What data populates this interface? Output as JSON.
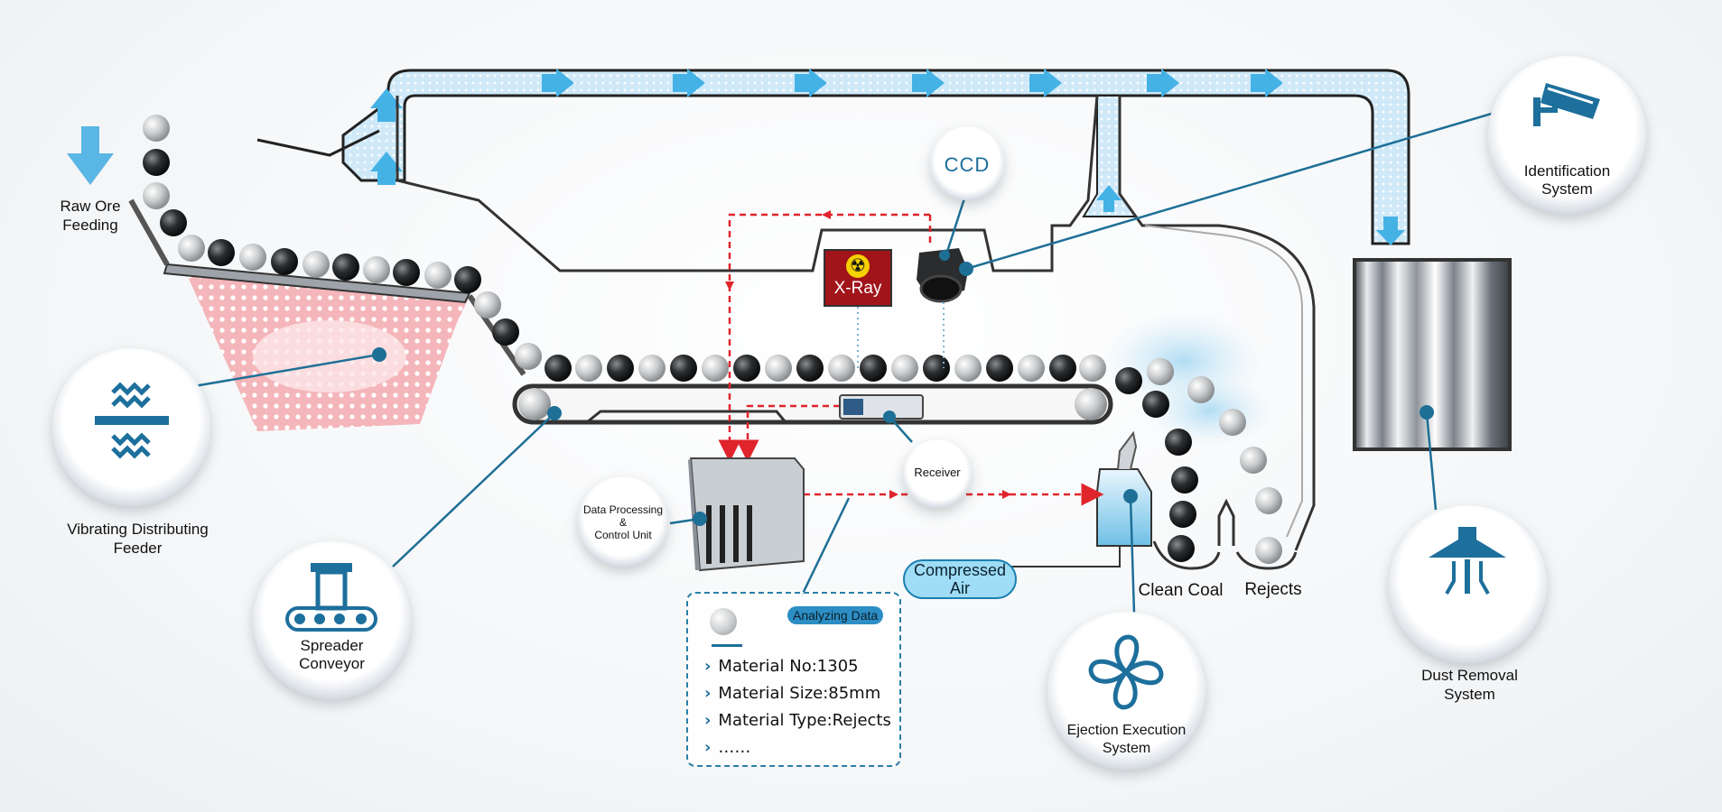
{
  "labels": {
    "raw_ore": "Raw Ore\nFeeding",
    "ccd": "CCD",
    "xray": "X-Ray",
    "identification": "Identification\nSystem",
    "vibrating": "Vibrating Distributing\nFeeder",
    "spreader": "Spreader\nConveyor",
    "data_processing": "Data Processing\n&\nControl Unit",
    "receiver": "Receiver",
    "compressed_air": "Compressed\nAir",
    "clean_coal": "Clean Coal",
    "rejects": "Rejects",
    "ejection": "Ejection Execution\nSystem",
    "dust_removal": "Dust Removal\nSystem"
  },
  "analysis": {
    "tag": "Analyzing Data",
    "rows": [
      "Material No:1305",
      "Material Size:85mm",
      "Material Type:Rejects",
      "……"
    ]
  },
  "colors": {
    "accent": "#2a7fa8",
    "signal": "#e0242b",
    "duct": "#cfe9f8",
    "hopper": "#f3b9bd",
    "xray_box": "#a0141a"
  },
  "icons": {
    "vibrating": "vibration-waves-icon",
    "spreader": "conveyor-icon",
    "identification": "security-camera-icon",
    "dust": "dust-hood-icon",
    "ejection": "fan-icon",
    "raw_ore": "down-arrow-icon"
  }
}
